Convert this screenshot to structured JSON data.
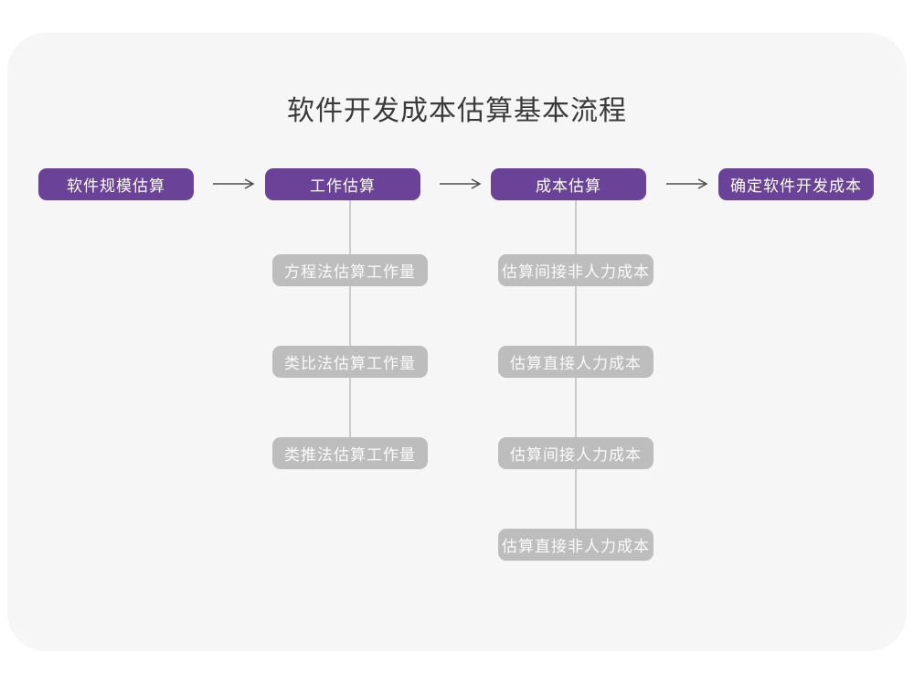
{
  "page": {
    "title": "软件开发成本估算基本流程"
  },
  "colors": {
    "page_background": "#ffffff",
    "card_background": "#f6f6f7",
    "main_node_purple": "#6a4399",
    "sub_node_gray": "#bdbdbd",
    "node_text": "#ffffff",
    "title_text": "#3a3a3a",
    "arrow_stroke": "#4d4d4d",
    "connector_line": "#cccccc"
  },
  "flow": {
    "main_nodes": [
      {
        "label": "软件规模估算"
      },
      {
        "label": "工作估算"
      },
      {
        "label": "成本估算"
      },
      {
        "label": "确定软件开发成本"
      }
    ],
    "work_estimation_methods": [
      {
        "label": "方程法估算工作量"
      },
      {
        "label": "类比法估算工作量"
      },
      {
        "label": "类推法估算工作量"
      }
    ],
    "cost_estimation_steps": [
      {
        "label": "估算间接非人力成本"
      },
      {
        "label": "估算直接人力成本"
      },
      {
        "label": "估算间接人力成本"
      },
      {
        "label": "估算直接非人力成本"
      }
    ]
  }
}
